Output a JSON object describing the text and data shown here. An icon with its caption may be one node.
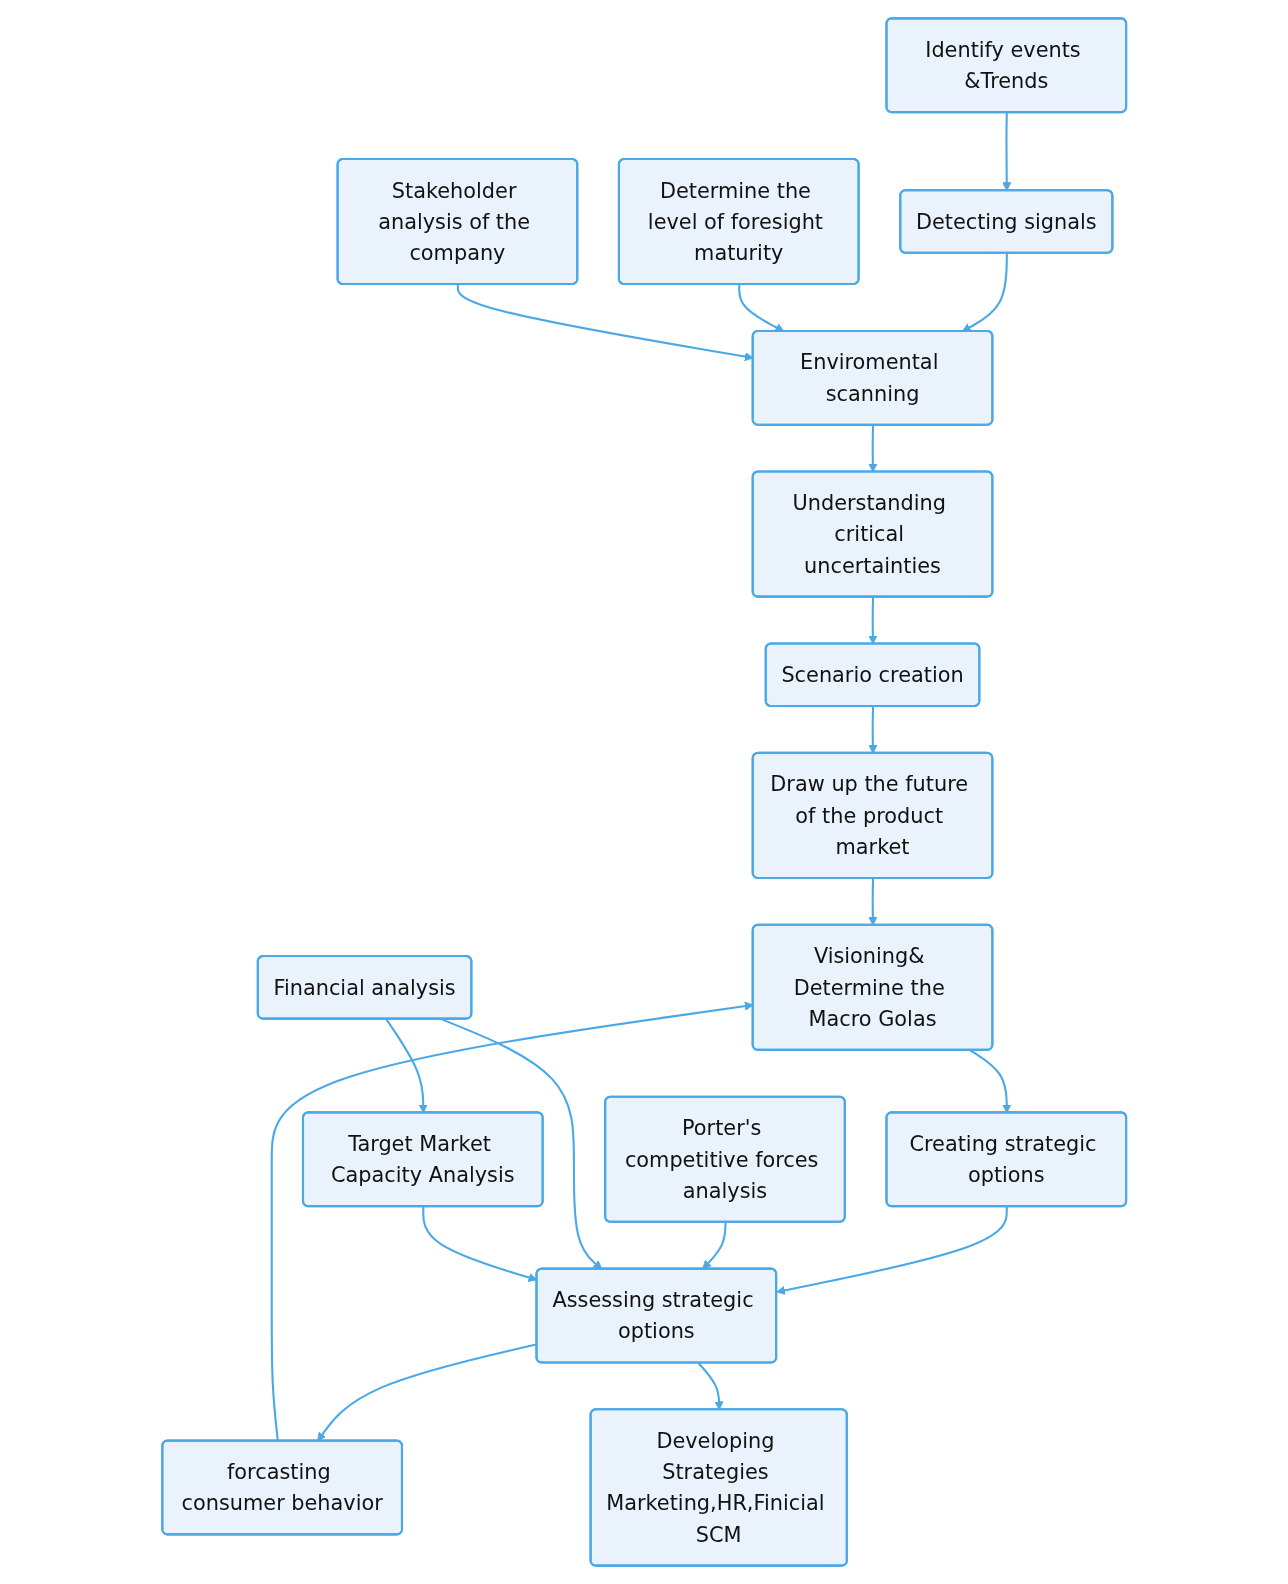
{
  "diagram": {
    "nodes": [
      {
        "text": [
          "Identify events &Trends"
        ]
      },
      {
        "text": [
          "Detecting signals"
        ]
      },
      {
        "text": [
          "Determine the level of foresight maturity"
        ]
      },
      {
        "text": [
          "Enviromental scanning"
        ]
      },
      {
        "text": [
          "Stakeholder analysis of the company"
        ]
      },
      {
        "text": [
          "Understanding critical uncertainties"
        ]
      },
      {
        "text": [
          "Scenario creation"
        ]
      },
      {
        "text": [
          "Draw up the future of the product market"
        ]
      },
      {
        "text": [
          "Visioning& Determine the Macro Golas"
        ]
      },
      {
        "text": [
          "Porter's competitive forces analysis"
        ]
      },
      {
        "text": [
          "Creating strategic options"
        ]
      },
      {
        "text": [
          "Financial analysis"
        ]
      },
      {
        "text": [
          "Assessing strategic options"
        ]
      },
      {
        "text": [
          "forcasting consumer behavior"
        ]
      },
      {
        "text": [
          "Target Market Capacity Analysis"
        ]
      },
      {
        "text": [
          "Developing Strategies Marketing,HR,Finicial SCM"
        ]
      }
    ],
    "edges": [
      {
        "from": 0,
        "to": 1,
        "arrow": "to"
      },
      {
        "from": 1,
        "to": 3,
        "arrow": "to"
      },
      {
        "from": 2,
        "to": 3,
        "arrow": "to"
      },
      {
        "from": 4,
        "to": 3,
        "arrow": "to"
      },
      {
        "from": 3,
        "to": 5,
        "arrow": "to"
      },
      {
        "from": 5,
        "to": 6,
        "arrow": "to"
      },
      {
        "from": 6,
        "to": 7,
        "arrow": "to"
      },
      {
        "from": 7,
        "to": 8,
        "arrow": "to"
      },
      {
        "from": 8,
        "to": 10,
        "arrow": "to"
      },
      {
        "from": 10,
        "to": 12,
        "arrow": "to"
      },
      {
        "from": 9,
        "to": 12,
        "arrow": "to"
      },
      {
        "from": 11,
        "to": 12,
        "arrow": "to"
      },
      {
        "from": 14,
        "to": 12,
        "arrow": "to"
      },
      {
        "from": 11,
        "to": 14,
        "arrow": "to"
      },
      {
        "from": 12,
        "to": 13,
        "arrow": "to"
      },
      {
        "from": 13,
        "to": 8,
        "arrow": "to"
      },
      {
        "from": 12,
        "to": 15,
        "arrow": "to"
      }
    ]
  }
}
